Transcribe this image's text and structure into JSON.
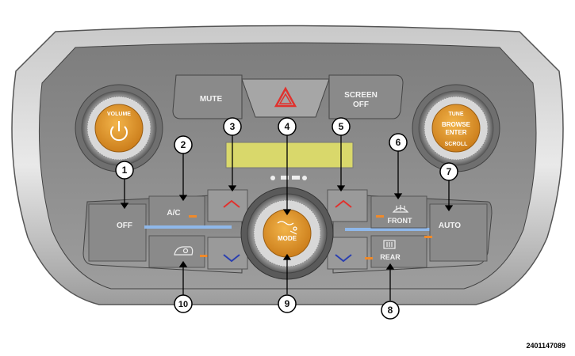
{
  "panel": {
    "buttons": {
      "mute": "MUTE",
      "screen_off_line1": "SCREEN",
      "screen_off_line2": "OFF",
      "off": "OFF",
      "ac": "A/C",
      "front": "FRONT",
      "rear": "REAR",
      "auto": "AUTO"
    },
    "left_knob": {
      "label": "VOLUME"
    },
    "right_knob": {
      "tune": "TUNE",
      "browse": "BROWSE",
      "enter": "ENTER",
      "scroll": "SCROLL"
    },
    "center_knob": {
      "label": "MODE"
    }
  },
  "callouts": [
    "1",
    "2",
    "3",
    "4",
    "5",
    "6",
    "7",
    "8",
    "9",
    "10"
  ],
  "figure_id": "2401147089",
  "colors": {
    "knob_orange": "#e39a2c",
    "panel_gray": "#8e8e8e",
    "display_yellow": "#d9d86b",
    "temp_up_red": "#e0322e",
    "temp_down_blue": "#2a3fb0",
    "temp_bar_blue": "#8fb8ea",
    "indicator_orange": "#f08a2a",
    "hazard_red": "#e0322e"
  }
}
